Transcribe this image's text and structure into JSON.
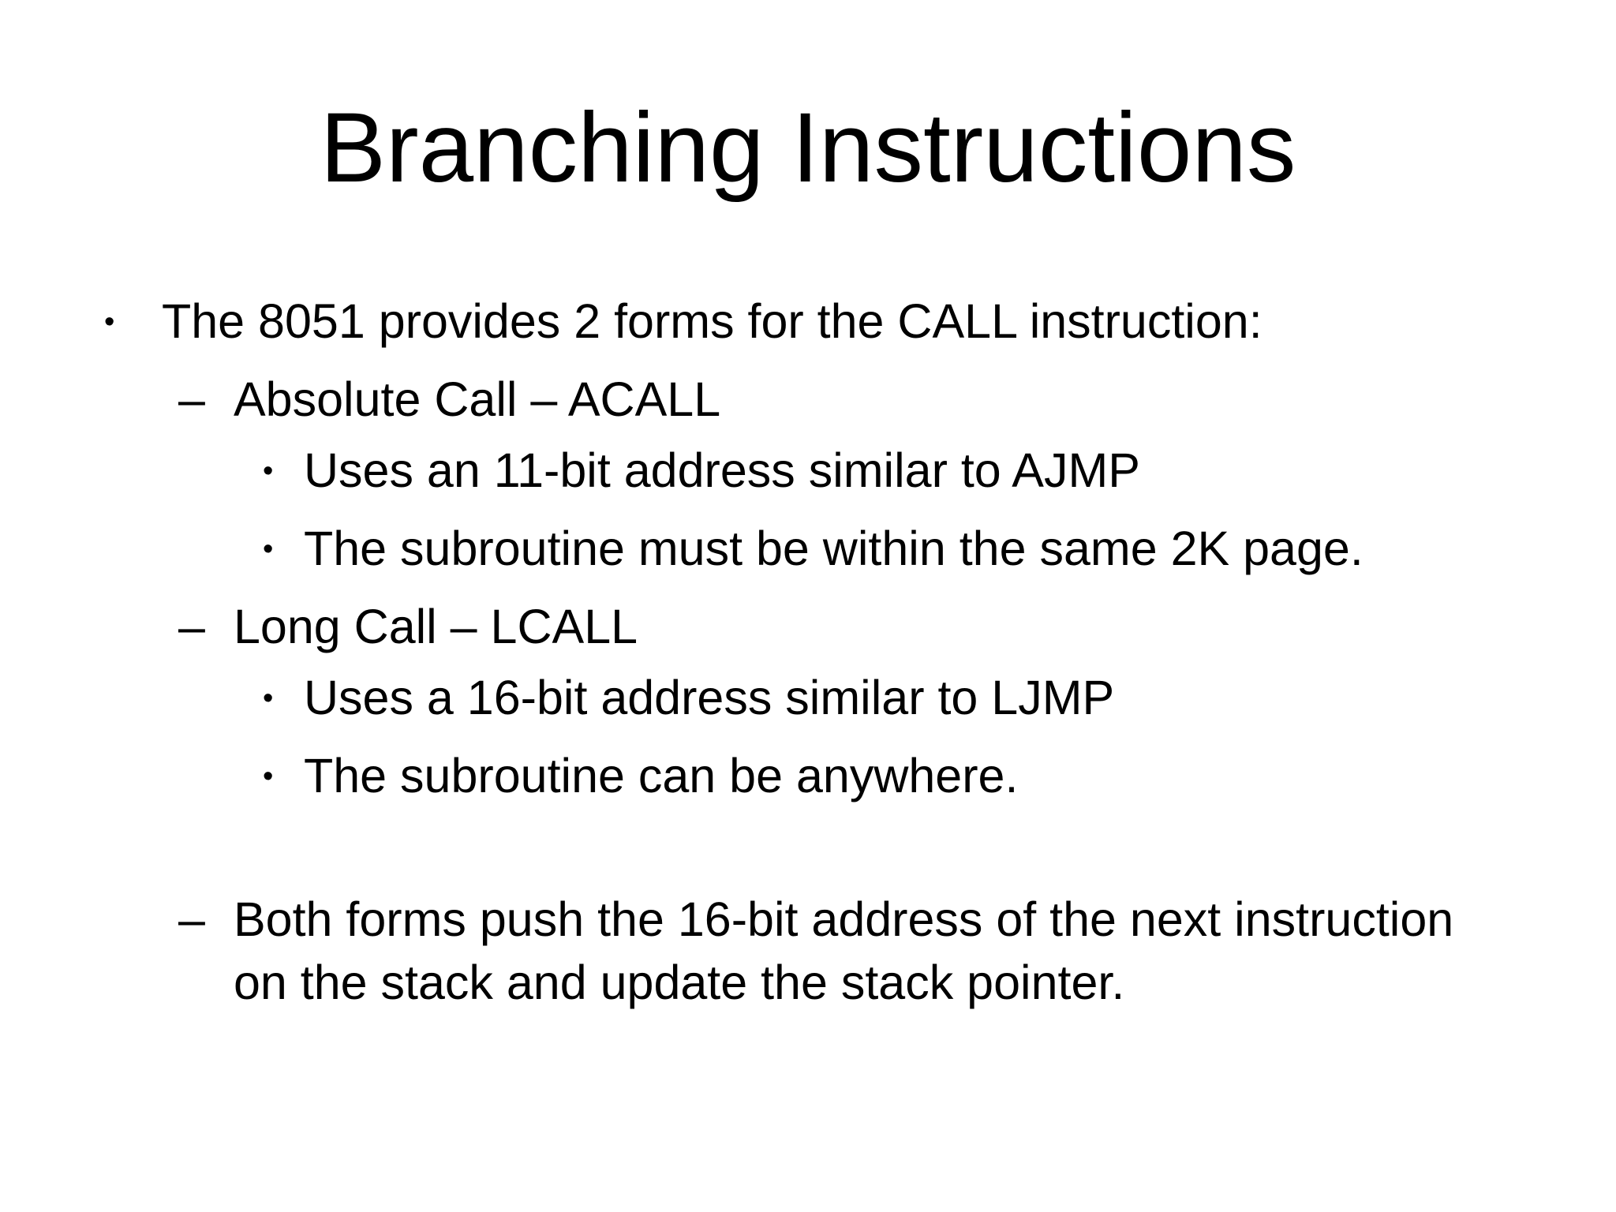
{
  "slide": {
    "title": "Branching Instructions",
    "bullets": [
      {
        "level": 1,
        "marker": "•",
        "text": "The 8051 provides 2 forms for the CALL instruction:"
      },
      {
        "level": 2,
        "marker": "–",
        "text": "Absolute Call – ACALL"
      },
      {
        "level": 3,
        "marker": "•",
        "text": "Uses an 11-bit address similar to AJMP"
      },
      {
        "level": 3,
        "marker": "•",
        "text": "The subroutine must be within the same 2K page."
      },
      {
        "level": 2,
        "marker": "–",
        "text": "Long Call – LCALL"
      },
      {
        "level": 3,
        "marker": "•",
        "text": "Uses a 16-bit address similar to LJMP"
      },
      {
        "level": 3,
        "marker": "•",
        "text": "The subroutine can be anywhere."
      },
      {
        "level": 2,
        "marker": "–",
        "spacer_before": true,
        "text": "Both forms push the 16-bit address of the next instruction\non the stack and update the stack pointer."
      }
    ],
    "colors": {
      "background": "#ffffff",
      "text": "#000000"
    }
  }
}
